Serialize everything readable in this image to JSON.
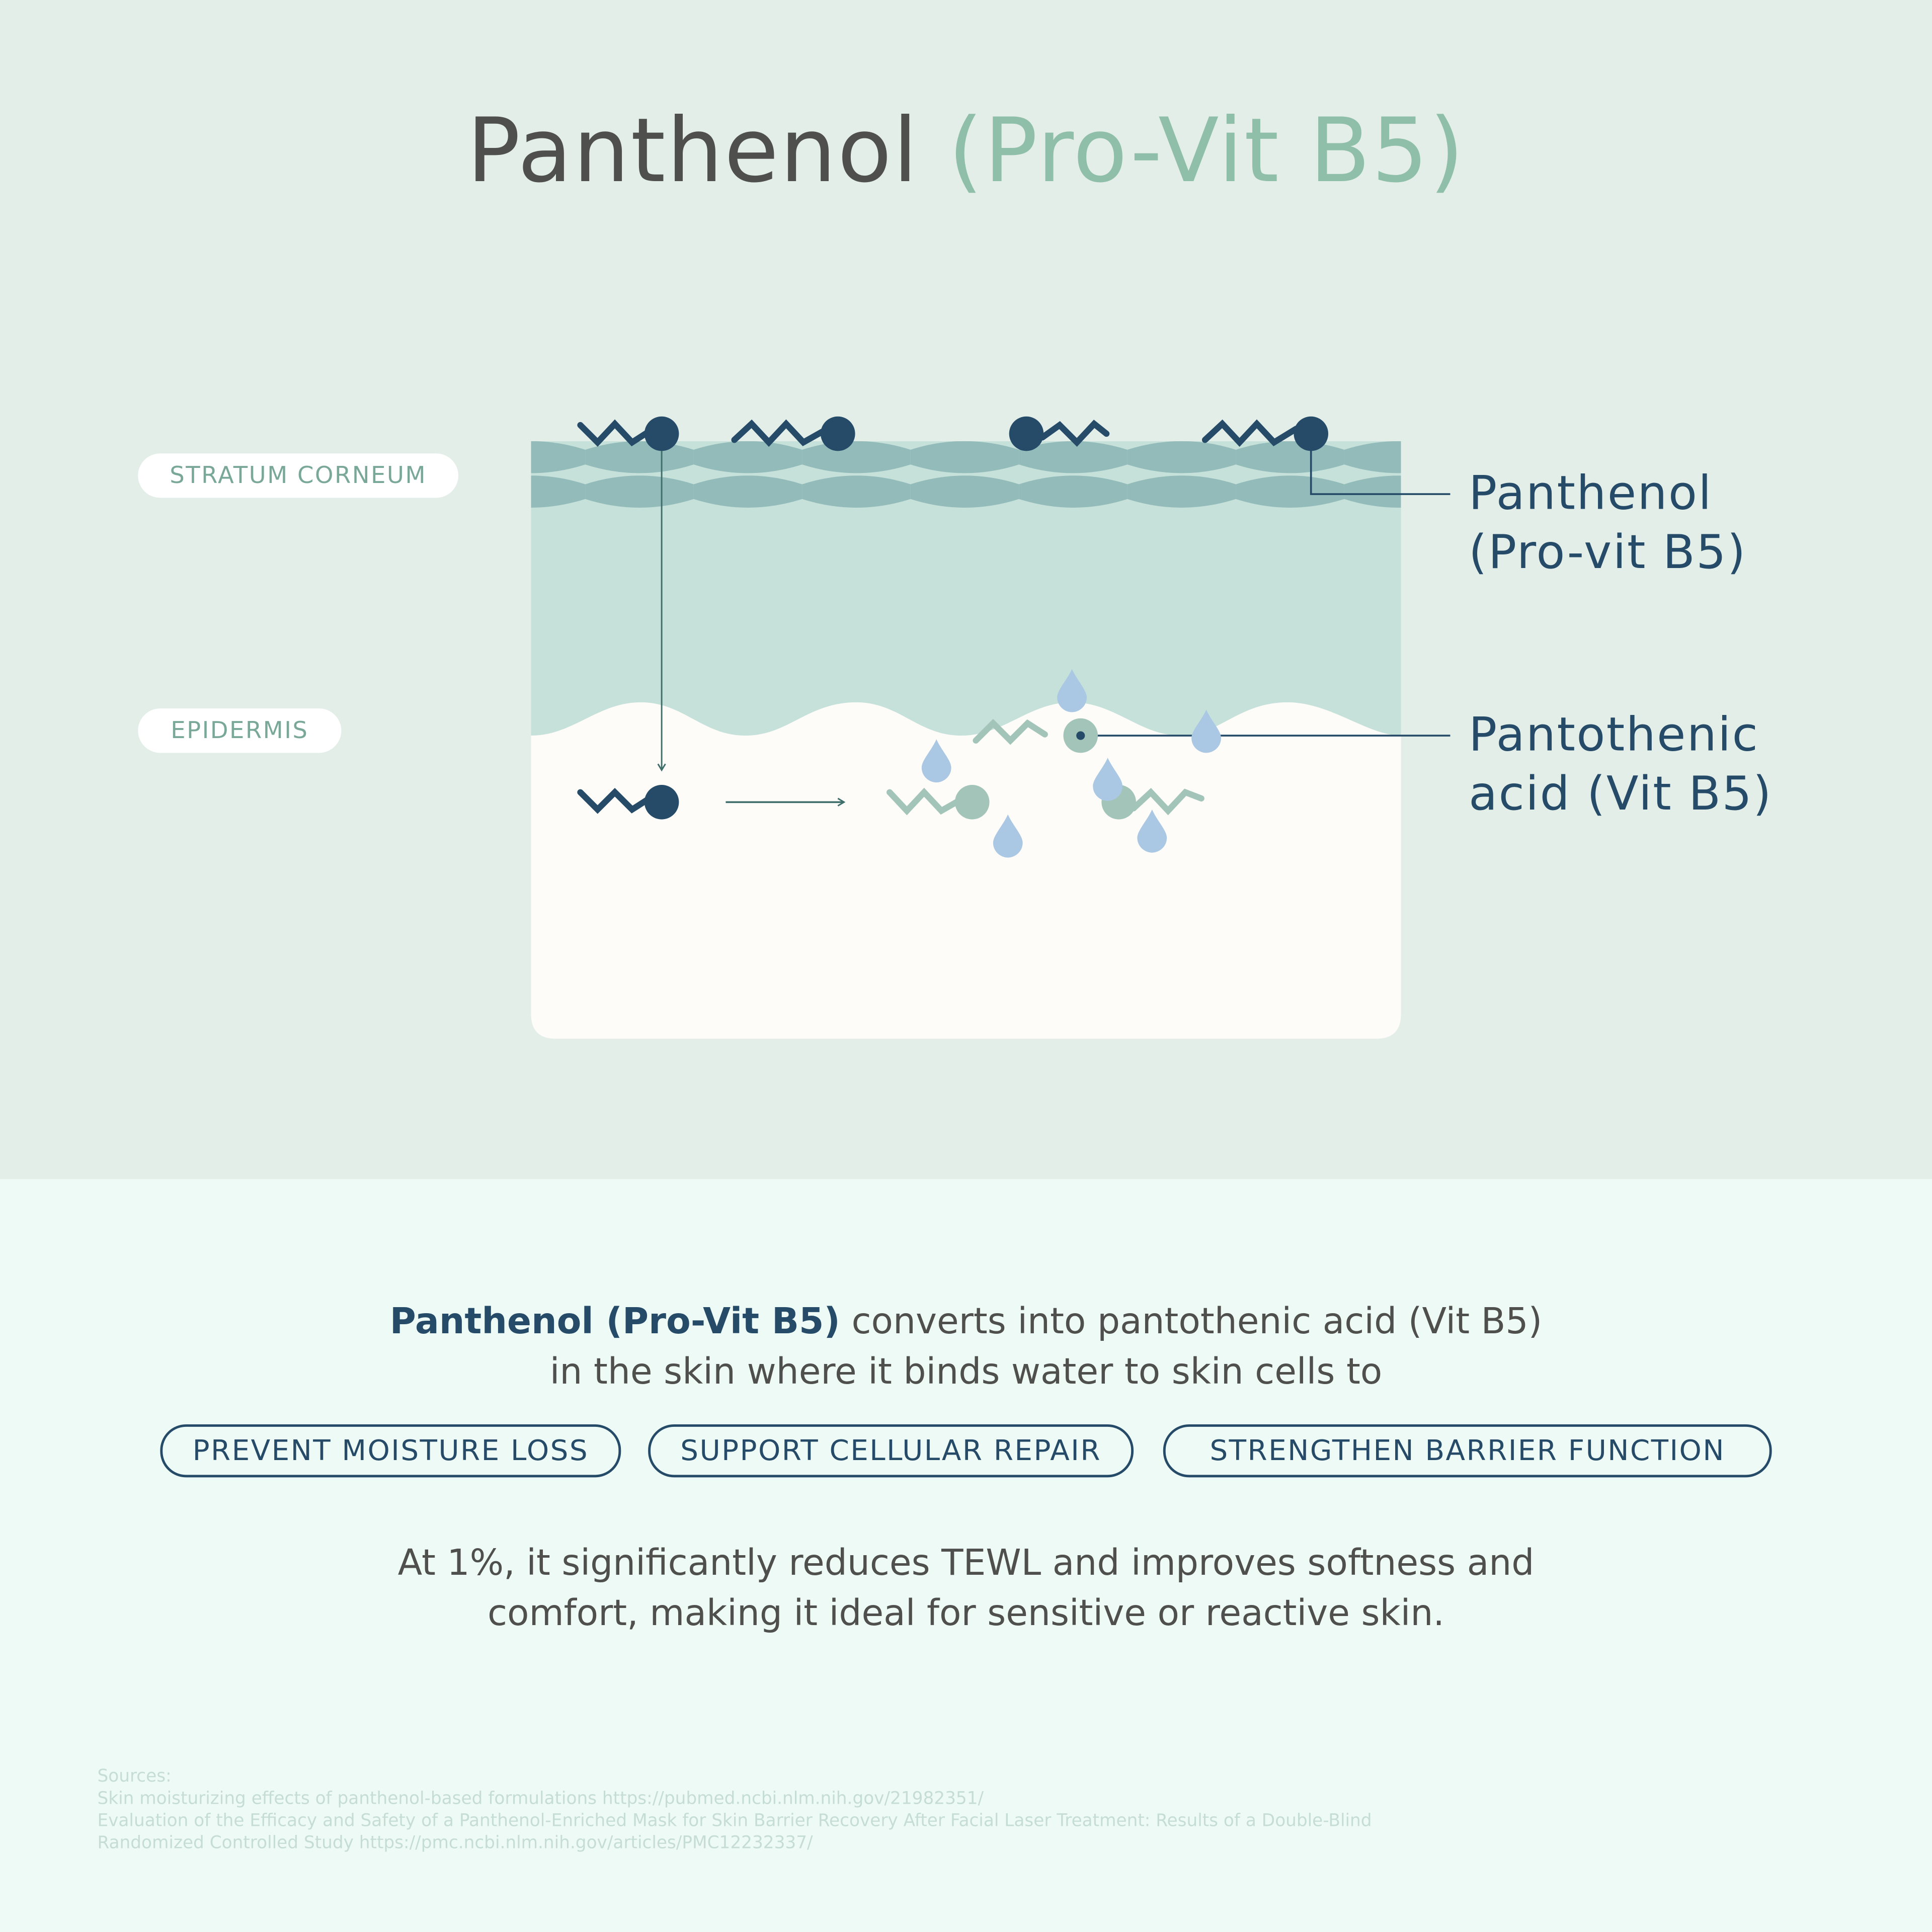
{
  "title": {
    "main": "Panthenol",
    "accent": "(Pro-Vit B5)"
  },
  "layers": {
    "stratum_corneum": "STRATUM CORNEUM",
    "epidermis": "EPIDERMIS"
  },
  "callouts": {
    "panthenol": {
      "line1": "Panthenol",
      "line2": "(Pro-vit B5)"
    },
    "pantothenic": {
      "line1": "Pantothenic",
      "line2": "acid (Vit B5)"
    }
  },
  "description": {
    "strong": "Panthenol (Pro-Vit B5)",
    "rest1": " converts into pantothenic acid (Vit B5)",
    "line2": "in the skin where it binds water to skin cells to"
  },
  "benefits": [
    "PREVENT MOISTURE LOSS",
    "SUPPORT CELLULAR REPAIR",
    "STRENGTHEN BARRIER FUNCTION"
  ],
  "summary": {
    "line1": "At 1%, it significantly reduces TEWL and improves softness and",
    "line2": "comfort, making it ideal for sensitive or reactive skin."
  },
  "sources": {
    "heading": "Sources:",
    "items": [
      "Skin moisturizing effects of panthenol-based formulations https://pubmed.ncbi.nlm.nih.gov/21982351/",
      "Evaluation of the Efficacy and Safety of a Panthenol-Enriched Mask for Skin Barrier Recovery After Facial Laser Treatment: Results of a Double-Blind",
      "Randomized Controlled Study https://pmc.ncbi.nlm.nih.gov/articles/PMC12232337/"
    ]
  },
  "colors": {
    "navy": "#254b68",
    "sage": "#8fbfa8",
    "teal_band": "#93bbba",
    "epidermis_upper": "#c6e0da",
    "water": "#aac8e3",
    "acid": "#a3c4b8"
  }
}
